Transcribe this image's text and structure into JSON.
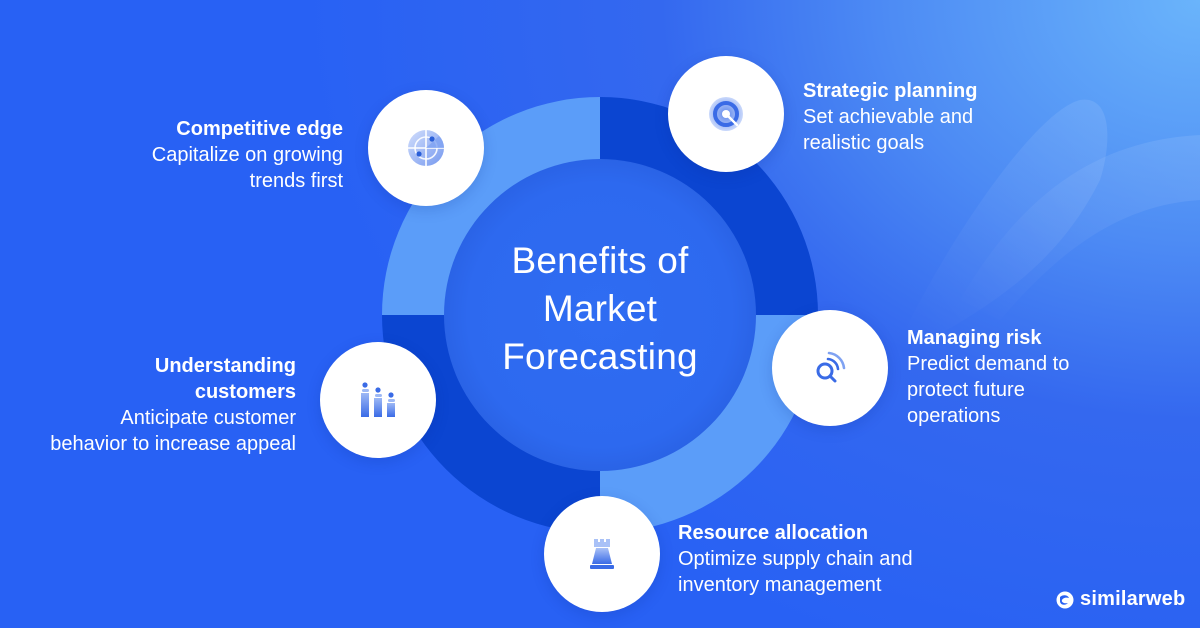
{
  "diagram": {
    "title_lines": [
      "Benefits of",
      "Market",
      "Forecasting"
    ],
    "colors": {
      "background_primary": "#2861f4",
      "background_highlight": "#6ab4fb",
      "ring_light": "#5b9df9",
      "ring_dark": "#0b45d1",
      "inner_circle": "#2e6bf0",
      "icon_circle": "#ffffff",
      "icon_accent": "#3b6ee8",
      "text": "#ffffff"
    },
    "items": [
      {
        "title": "Competitive edge",
        "desc_lines": [
          "Capitalize on growing",
          "trends first"
        ],
        "icon": "radar-icon",
        "position": "top-left"
      },
      {
        "title": "Strategic planning",
        "desc_lines": [
          "Set achievable and",
          "realistic goals"
        ],
        "icon": "target-icon",
        "position": "top-right"
      },
      {
        "title": "Managing risk",
        "desc_lines": [
          "Predict demand to",
          "protect future",
          "operations"
        ],
        "icon": "search-signal-icon",
        "position": "right"
      },
      {
        "title_lines": [
          "Understanding",
          "customers"
        ],
        "desc_lines": [
          "Anticipate customer",
          "behavior to increase appeal"
        ],
        "icon": "people-bars-icon",
        "position": "left"
      },
      {
        "title": "Resource allocation",
        "desc_lines": [
          "Optimize supply chain and",
          "inventory management"
        ],
        "icon": "chess-rook-icon",
        "position": "bottom"
      }
    ]
  },
  "brand": {
    "name": "similarweb",
    "icon": "similarweb-logo-icon"
  }
}
